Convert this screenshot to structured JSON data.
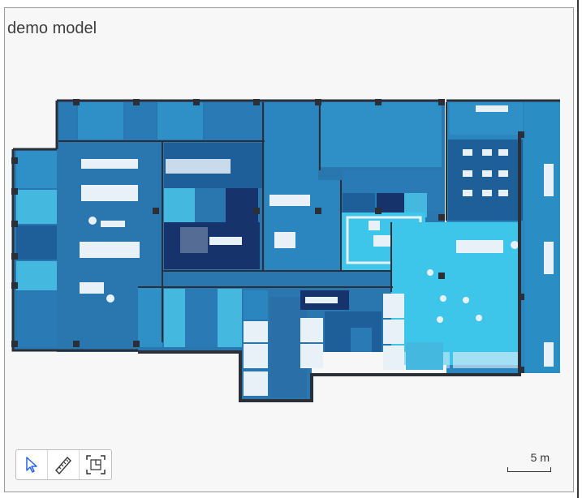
{
  "title": "demo model",
  "toolbar": {
    "tools": [
      {
        "name": "select",
        "icon": "cursor-icon",
        "active": true
      },
      {
        "name": "measure",
        "icon": "ruler-icon",
        "active": false
      },
      {
        "name": "fit-view",
        "icon": "frame-icon",
        "active": false
      }
    ]
  },
  "scale": {
    "label": "5 m"
  },
  "colors": {
    "dark_blue": "#1f5f99",
    "mid_blue": "#2a7ab5",
    "light_blue": "#45b8df",
    "cyan": "#3ec6ea",
    "navy": "#16346b",
    "wall": "#2a2f38",
    "accent": "#2563eb"
  }
}
